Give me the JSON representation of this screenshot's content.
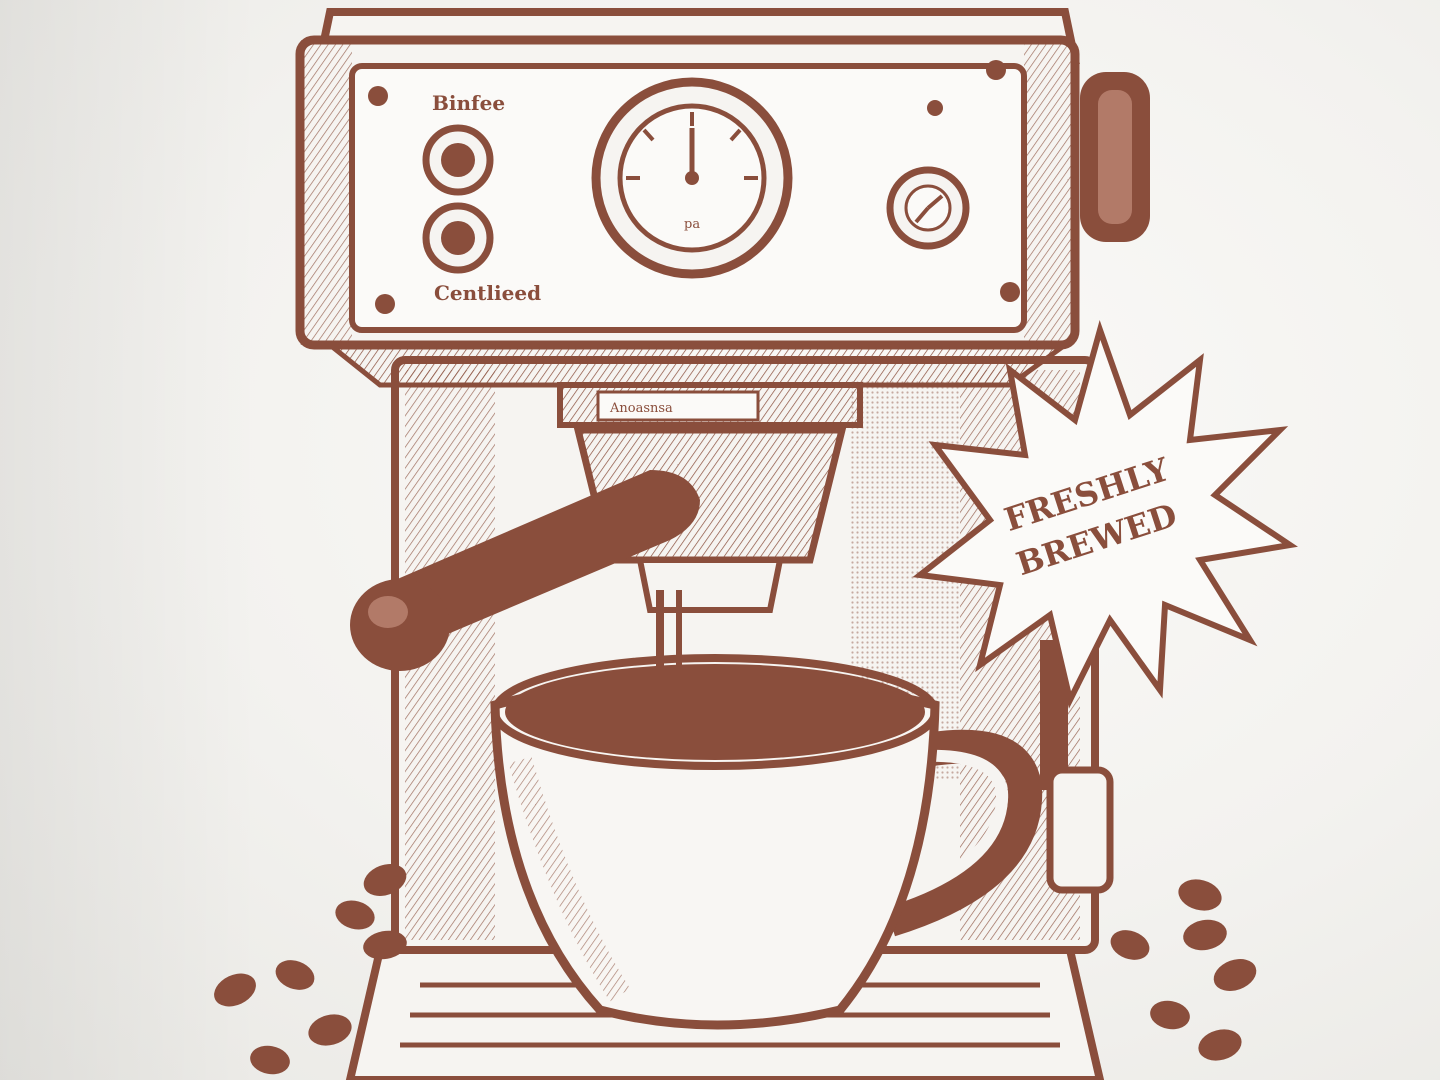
{
  "artwork": {
    "badge": {
      "line1": "FRESHLY",
      "line2": "BREWED"
    },
    "panel_labels": {
      "top_left": "Binfee",
      "bottom_left": "Centlieed",
      "group_head": "Anoasnsa"
    },
    "gauge_label": "pa",
    "ink_color": "#8a4e3c",
    "fabric_color": "#f4f3f0"
  }
}
